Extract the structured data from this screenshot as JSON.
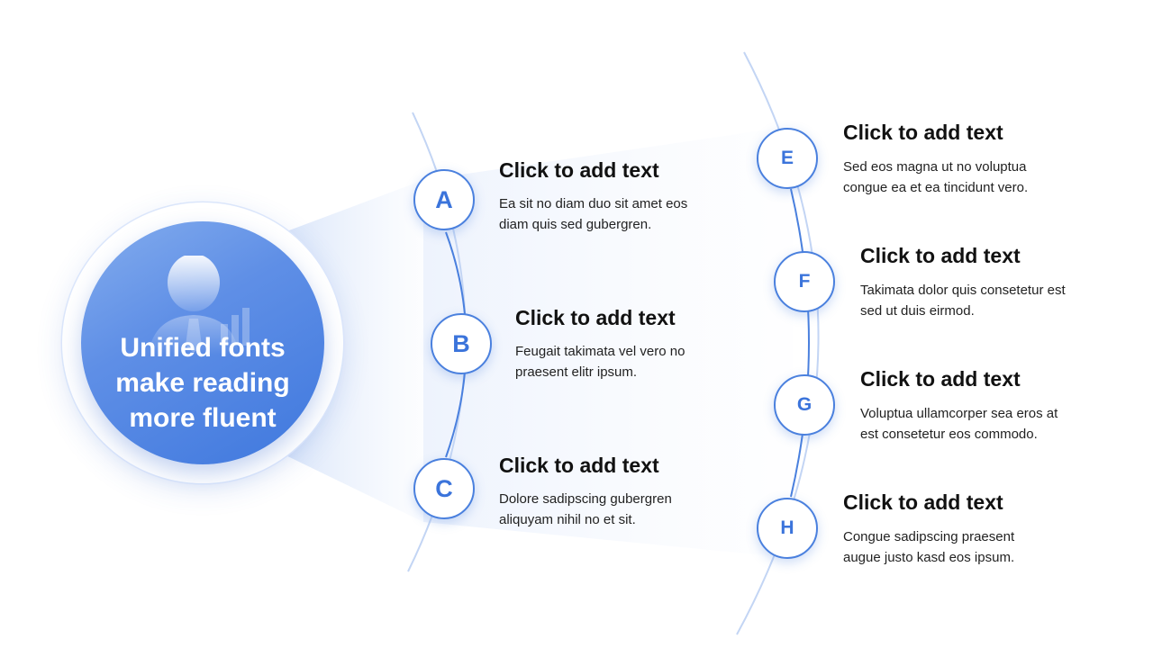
{
  "hub": {
    "lines": [
      "Unified fonts",
      "make reading",
      "more fluent"
    ],
    "icon": "person-chart-icon"
  },
  "items": [
    {
      "letter": "A",
      "title": "Click to add text",
      "desc": [
        "Ea sit no diam duo sit amet eos",
        "diam quis sed gubergren."
      ]
    },
    {
      "letter": "B",
      "title": "Click to add text",
      "desc": [
        "Feugait takimata vel vero no",
        "praesent elitr ipsum."
      ]
    },
    {
      "letter": "C",
      "title": "Click to add text",
      "desc": [
        "Dolore sadipscing gubergren",
        "aliquyam nihil no et sit."
      ]
    },
    {
      "letter": "E",
      "title": "Click to add text",
      "desc": [
        "Sed eos magna ut no voluptua",
        "congue ea et ea tincidunt vero."
      ]
    },
    {
      "letter": "F",
      "title": "Click to add text",
      "desc": [
        "Takimata dolor quis consetetur est",
        "sed ut duis eirmod."
      ]
    },
    {
      "letter": "G",
      "title": "Click to add text",
      "desc": [
        "Voluptua ullamcorper sea eros at",
        "est consetetur eos commodo."
      ]
    },
    {
      "letter": "H",
      "title": "Click to add text",
      "desc": [
        "Congue sadipscing praesent",
        "augue justo kasd eos ipsum."
      ]
    }
  ],
  "colors": {
    "accent": "#3b74db",
    "hub_gradient_start": "#84adee",
    "hub_gradient_end": "#3f78de",
    "arc": "#4a80de",
    "text": "#111111"
  }
}
